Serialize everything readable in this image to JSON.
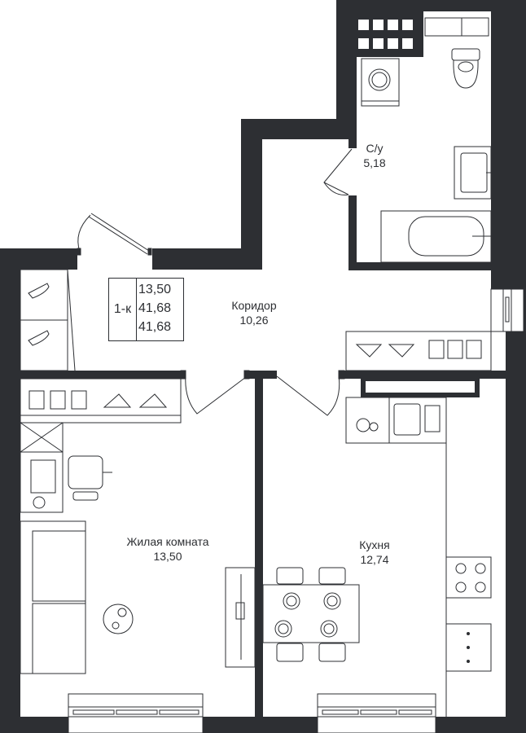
{
  "summary": {
    "type": "1-к",
    "living_area": "13,50",
    "total_area": "41,68",
    "total_area_2": "41,68"
  },
  "rooms": {
    "bathroom": {
      "name": "С/у",
      "area": "5,18"
    },
    "corridor": {
      "name": "Коридор",
      "area": "10,26"
    },
    "living": {
      "name": "Жилая комната",
      "area": "13,50"
    },
    "kitchen": {
      "name": "Кухня",
      "area": "12,74"
    }
  },
  "colors": {
    "wall": "#2d2f33",
    "line": "#2d2f33",
    "background": "#ffffff"
  }
}
